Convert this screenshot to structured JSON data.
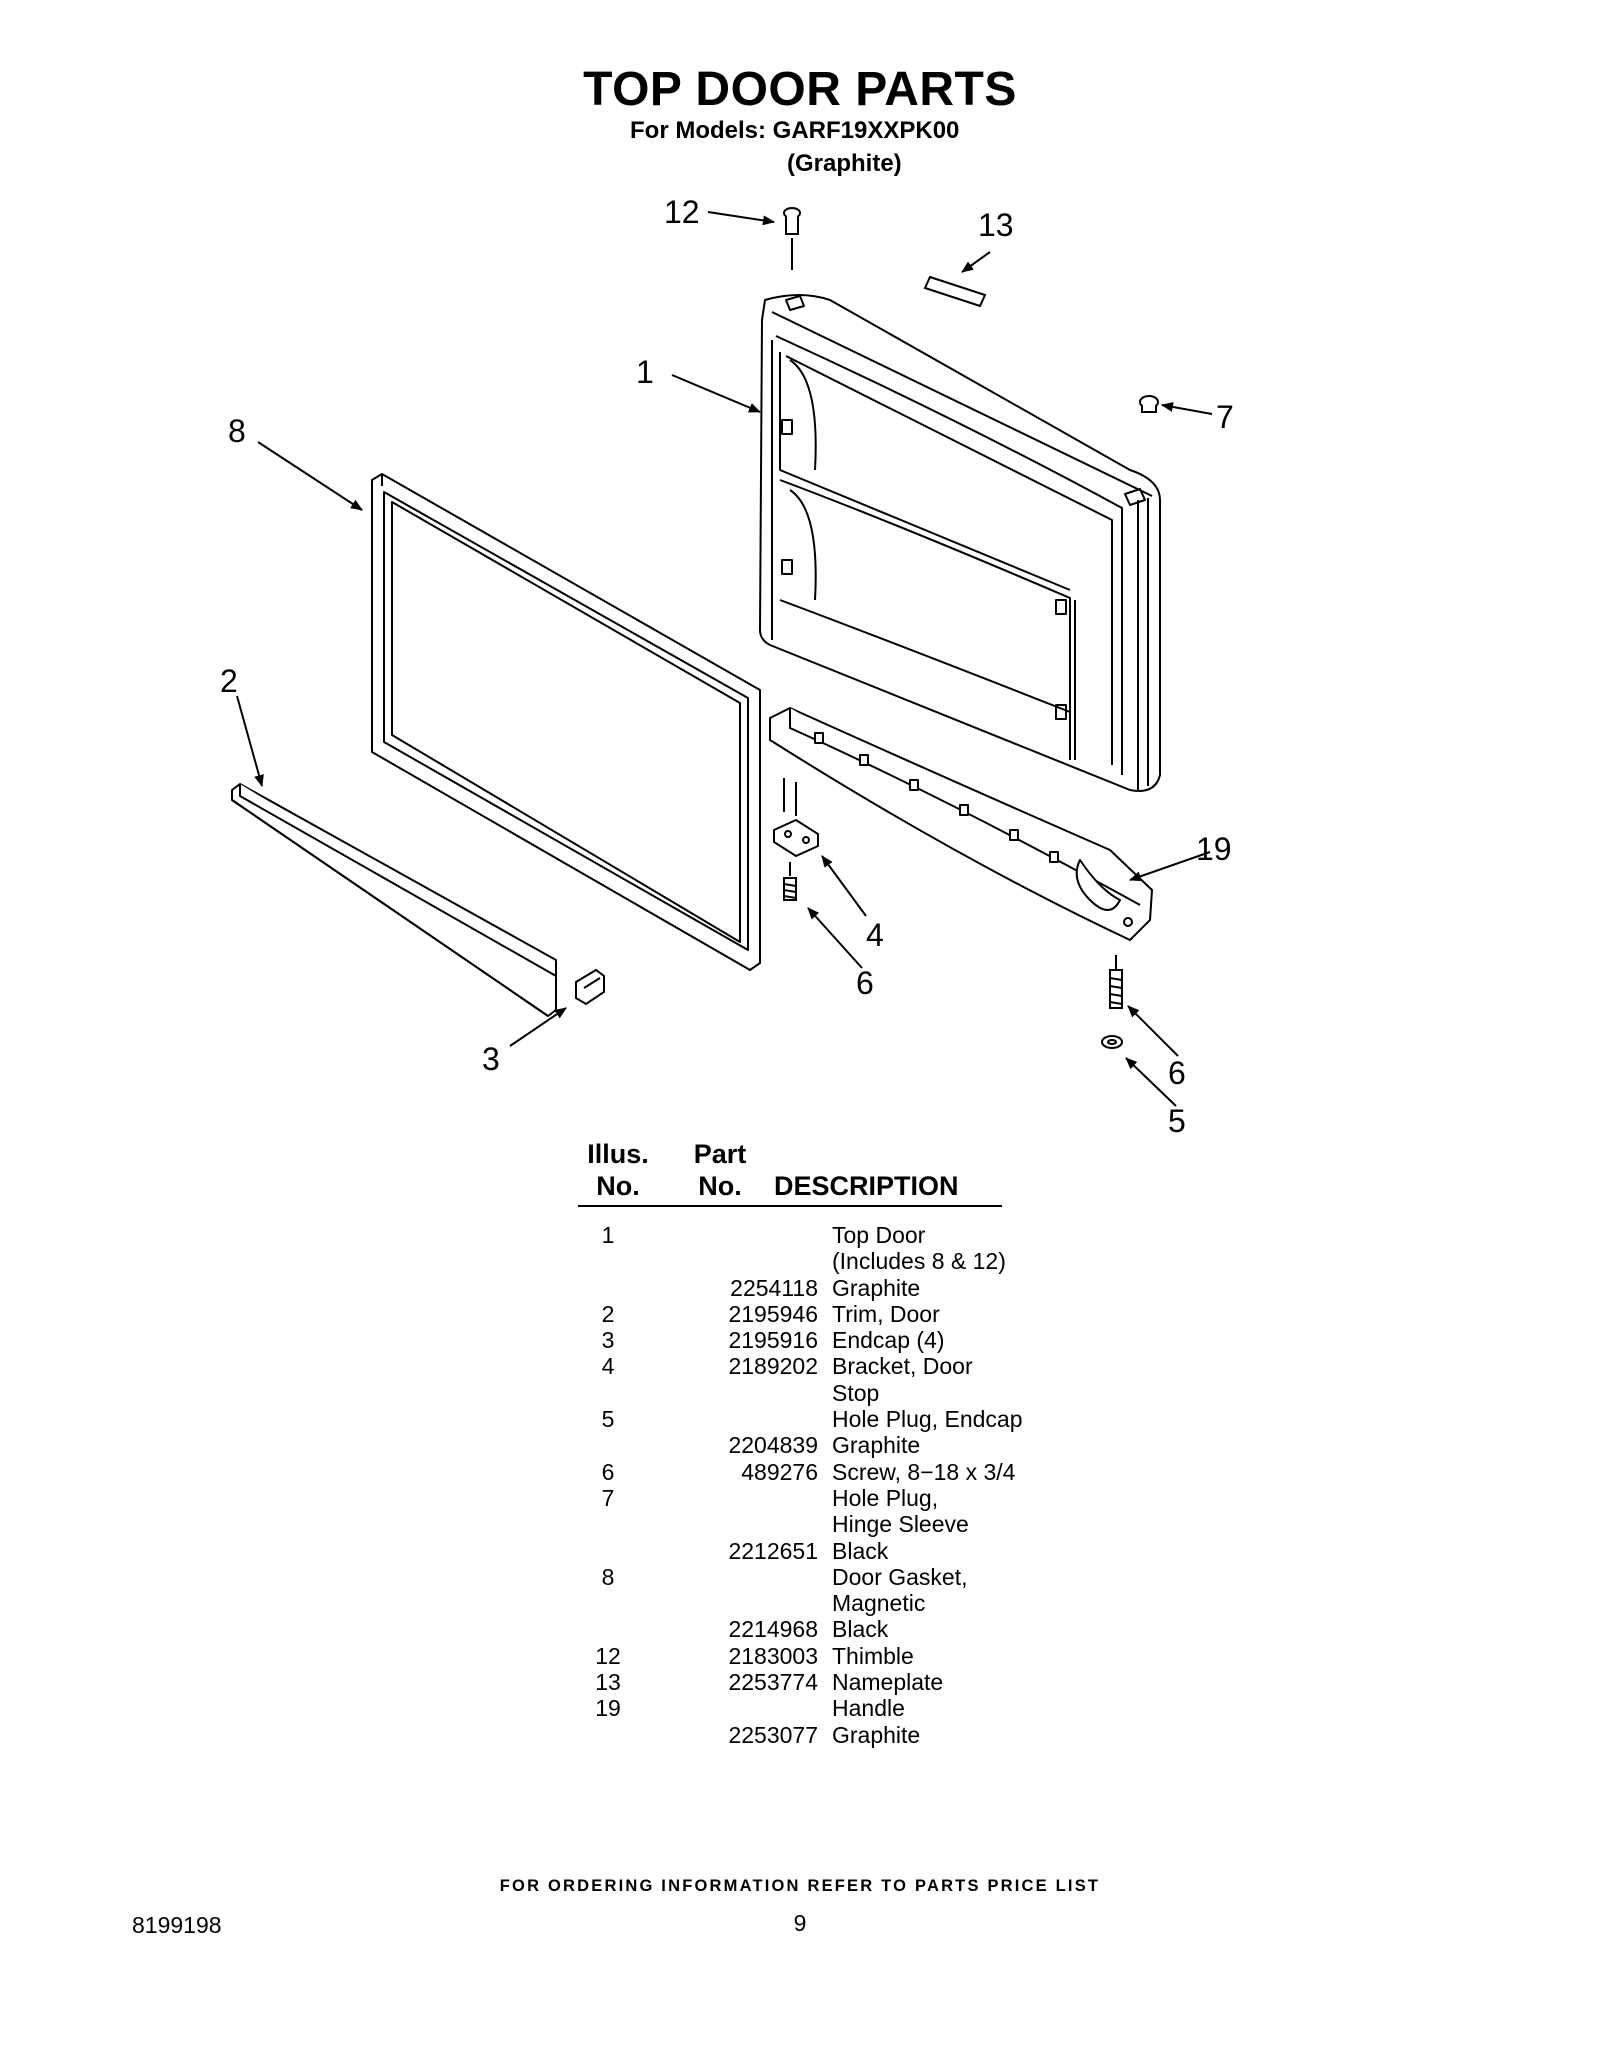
{
  "header": {
    "title": "TOP DOOR PARTS",
    "models_line": "For Models: GARF19XXPK00",
    "color_line": "(Graphite)"
  },
  "diagram": {
    "callouts": {
      "c12": "12",
      "c13": "13",
      "c1": "1",
      "c7": "7",
      "c8": "8",
      "c2": "2",
      "c19": "19",
      "c4": "4",
      "c6a": "6",
      "c3": "3",
      "c6b": "6",
      "c5": "5"
    }
  },
  "table": {
    "headers": {
      "illus_line1": "Illus.",
      "illus_line2": "No.",
      "part_line1": "Part",
      "part_line2": "No.",
      "description": "DESCRIPTION"
    },
    "rows": [
      {
        "illus": "1",
        "part": "",
        "desc": "Top Door"
      },
      {
        "illus": "",
        "part": "",
        "desc": "(Includes 8 & 12)"
      },
      {
        "illus": "",
        "part": "2254118",
        "desc": "Graphite"
      },
      {
        "illus": "2",
        "part": "2195946",
        "desc": "Trim, Door"
      },
      {
        "illus": "3",
        "part": "2195916",
        "desc": "Endcap (4)"
      },
      {
        "illus": "4",
        "part": "2189202",
        "desc": "Bracket, Door"
      },
      {
        "illus": "",
        "part": "",
        "desc": "Stop"
      },
      {
        "illus": "5",
        "part": "",
        "desc": "Hole Plug, Endcap"
      },
      {
        "illus": "",
        "part": "2204839",
        "desc": "Graphite"
      },
      {
        "illus": "6",
        "part": "489276",
        "desc": "Screw, 8−18 x 3/4"
      },
      {
        "illus": "7",
        "part": "",
        "desc": "Hole Plug,"
      },
      {
        "illus": "",
        "part": "",
        "desc": "Hinge Sleeve"
      },
      {
        "illus": "",
        "part": "2212651",
        "desc": "Black"
      },
      {
        "illus": "8",
        "part": "",
        "desc": "Door Gasket,"
      },
      {
        "illus": "",
        "part": "",
        "desc": "Magnetic"
      },
      {
        "illus": "",
        "part": "2214968",
        "desc": "Black"
      },
      {
        "illus": "12",
        "part": "2183003",
        "desc": "Thimble"
      },
      {
        "illus": "13",
        "part": "2253774",
        "desc": "Nameplate"
      },
      {
        "illus": "19",
        "part": "",
        "desc": "Handle"
      },
      {
        "illus": "",
        "part": "2253077",
        "desc": "Graphite"
      }
    ]
  },
  "footer": {
    "ordering_note": "FOR ORDERING INFORMATION REFER TO PARTS PRICE LIST",
    "doc_number": "8199198",
    "page_number": "9"
  }
}
